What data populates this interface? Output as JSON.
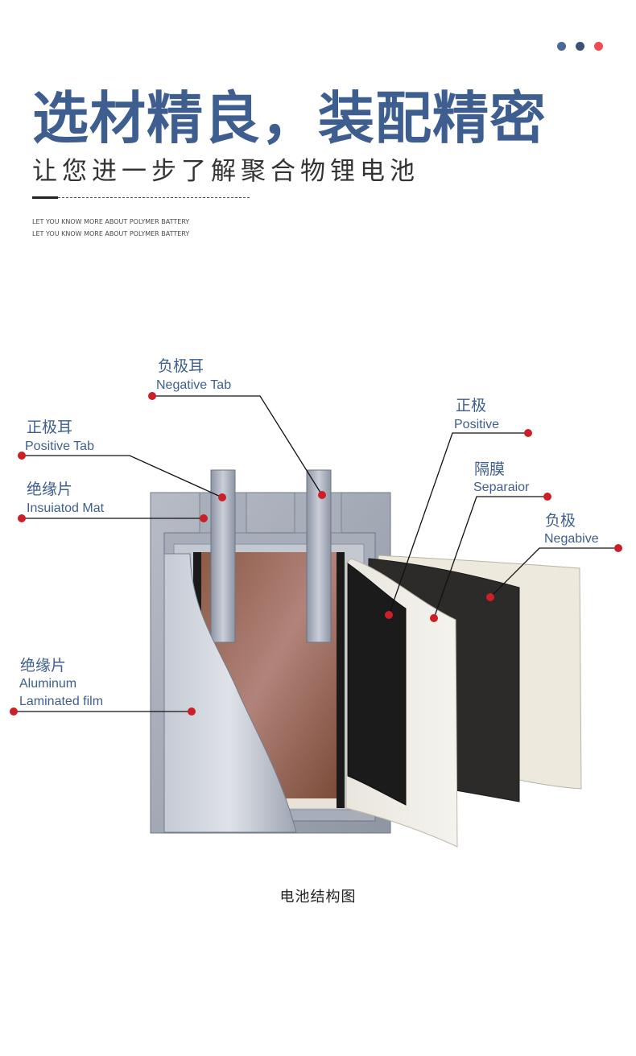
{
  "header": {
    "dots": [
      "#4a6996",
      "#3a5278",
      "#ee4c55"
    ],
    "headline": "选材精良，装配精密",
    "subheadline": "让您进一步了解聚合物锂电池",
    "english_lines": [
      "LET YOU KNOW MORE ABOUT POLYMER BATTERY",
      "LET YOU KNOW MORE ABOUT POLYMER BATTERY"
    ]
  },
  "colors": {
    "accent": "#3d5e8e",
    "marker": "#cc1f27"
  },
  "labels": {
    "negative_tab": {
      "cn": "负极耳",
      "en": "Negative Tab"
    },
    "positive_tab": {
      "cn": "正极耳",
      "en": "Positive Tab"
    },
    "insulation_mat": {
      "cn": "绝缘片",
      "en": "Insuiatod Mat"
    },
    "aluminum_film": {
      "cn": "绝缘片",
      "en1": "Aluminum",
      "en2": "Laminated film"
    },
    "positive": {
      "cn": "正极",
      "en": "Positive"
    },
    "separator": {
      "cn": "隔膜",
      "en": "Separaior"
    },
    "negative": {
      "cn": "负极",
      "en": "Negabive"
    }
  },
  "caption": "电池结构图"
}
